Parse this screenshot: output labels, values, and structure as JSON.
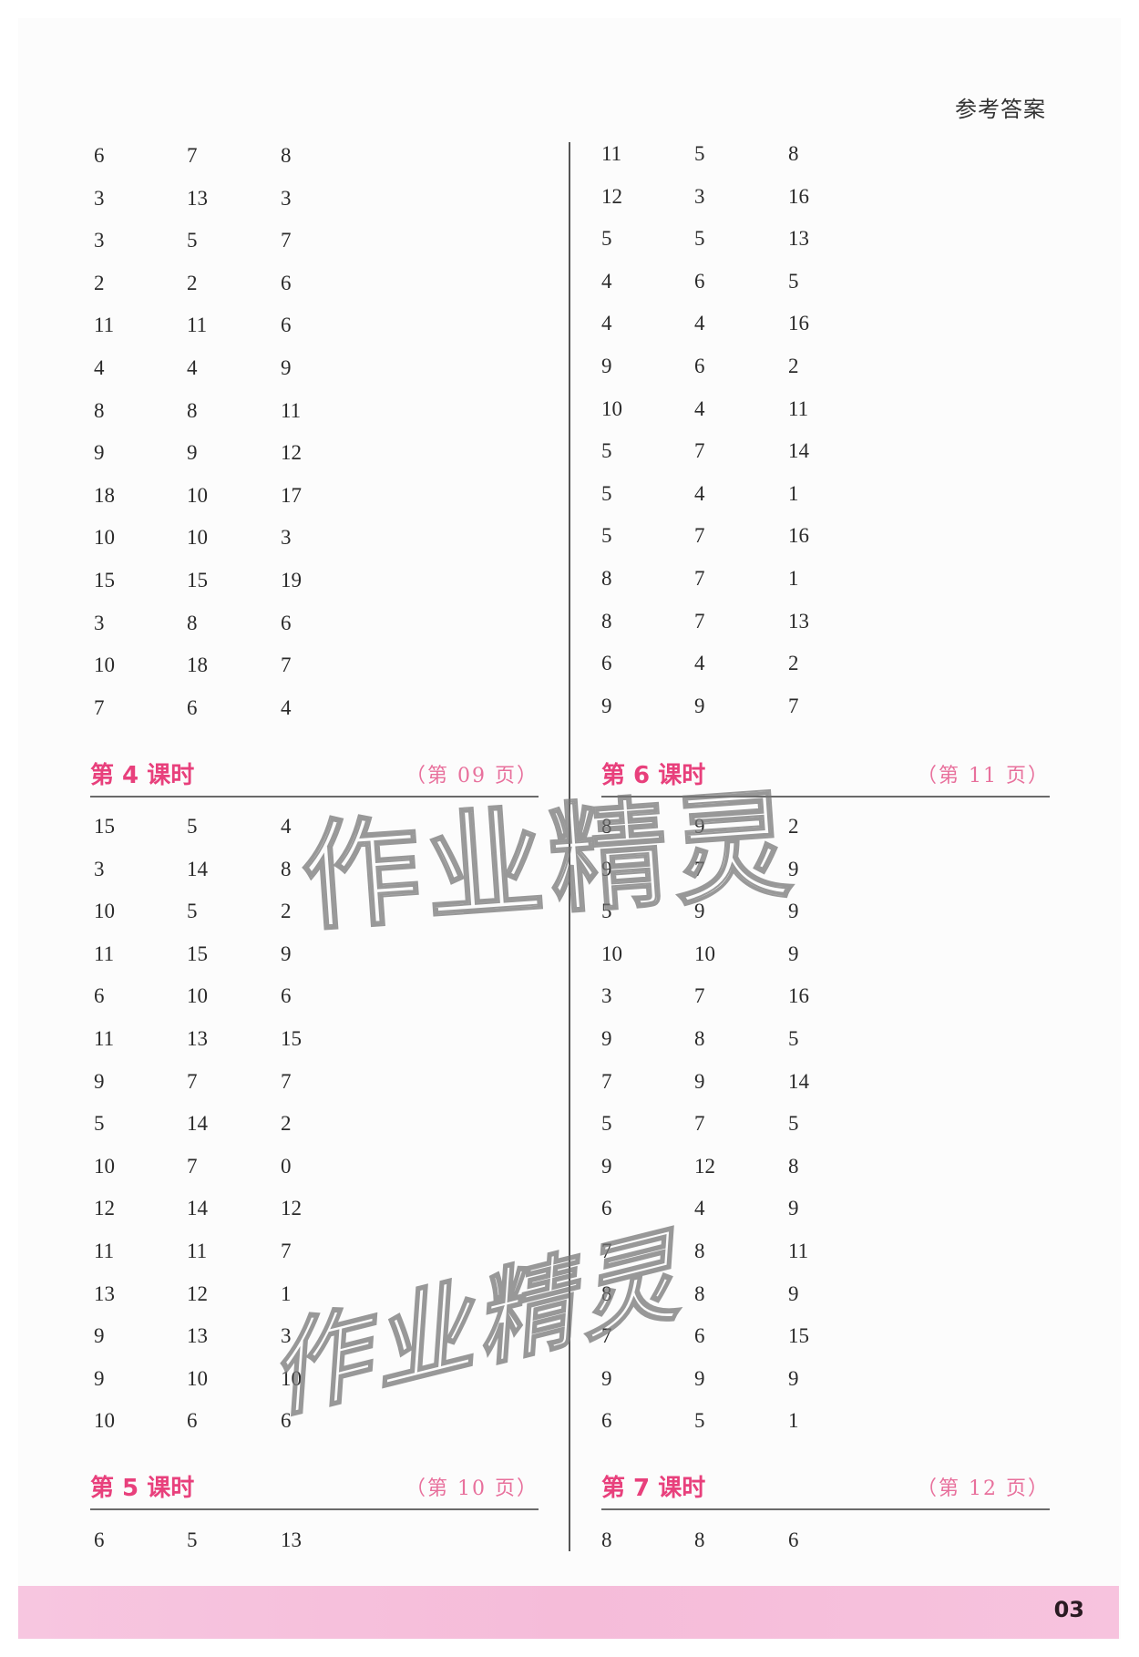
{
  "header": {
    "title": "参考答案"
  },
  "left_column": {
    "top_block": {
      "rows": [
        [
          "6",
          "7",
          "8"
        ],
        [
          "3",
          "13",
          "3"
        ],
        [
          "3",
          "5",
          "7"
        ],
        [
          "2",
          "2",
          "6"
        ],
        [
          "11",
          "11",
          "6"
        ],
        [
          "4",
          "4",
          "9"
        ],
        [
          "8",
          "8",
          "11"
        ],
        [
          "9",
          "9",
          "12"
        ],
        [
          "18",
          "10",
          "17"
        ],
        [
          "10",
          "10",
          "3"
        ],
        [
          "15",
          "15",
          "19"
        ],
        [
          "3",
          "8",
          "6"
        ],
        [
          "10",
          "18",
          "7"
        ],
        [
          "7",
          "6",
          "4"
        ]
      ]
    },
    "section_4": {
      "title": "第 4 课时",
      "page_ref": "（第 09 页）",
      "rows": [
        [
          "15",
          "5",
          "4"
        ],
        [
          "3",
          "14",
          "8"
        ],
        [
          "10",
          "5",
          "2"
        ],
        [
          "11",
          "15",
          "9"
        ],
        [
          "6",
          "10",
          "6"
        ],
        [
          "11",
          "13",
          "15"
        ],
        [
          "9",
          "7",
          "7"
        ],
        [
          "5",
          "14",
          "2"
        ],
        [
          "10",
          "7",
          "0"
        ],
        [
          "12",
          "14",
          "12"
        ],
        [
          "11",
          "11",
          "7"
        ],
        [
          "13",
          "12",
          "1"
        ],
        [
          "9",
          "13",
          "3"
        ],
        [
          "9",
          "10",
          "10"
        ],
        [
          "10",
          "6",
          "6"
        ]
      ]
    },
    "section_5": {
      "title": "第 5 课时",
      "page_ref": "（第 10 页）",
      "rows": [
        [
          "6",
          "5",
          "13"
        ]
      ]
    }
  },
  "right_column": {
    "top_block": {
      "rows": [
        [
          "11",
          "5",
          "8"
        ],
        [
          "12",
          "3",
          "16"
        ],
        [
          "5",
          "5",
          "13"
        ],
        [
          "4",
          "6",
          "5"
        ],
        [
          "4",
          "4",
          "16"
        ],
        [
          "9",
          "6",
          "2"
        ],
        [
          "10",
          "4",
          "11"
        ],
        [
          "5",
          "7",
          "14"
        ],
        [
          "5",
          "4",
          "1"
        ],
        [
          "5",
          "7",
          "16"
        ],
        [
          "8",
          "7",
          "1"
        ],
        [
          "8",
          "7",
          "13"
        ],
        [
          "6",
          "4",
          "2"
        ],
        [
          "9",
          "9",
          "7"
        ]
      ]
    },
    "section_6": {
      "title": "第 6 课时",
      "page_ref": "（第 11 页）",
      "rows": [
        [
          "8",
          "9",
          "2"
        ],
        [
          "9",
          "7",
          "9"
        ],
        [
          "5",
          "9",
          "9"
        ],
        [
          "10",
          "10",
          "9"
        ],
        [
          "3",
          "7",
          "16"
        ],
        [
          "9",
          "8",
          "5"
        ],
        [
          "7",
          "9",
          "14"
        ],
        [
          "5",
          "7",
          "5"
        ],
        [
          "9",
          "12",
          "8"
        ],
        [
          "6",
          "4",
          "9"
        ],
        [
          "7",
          "8",
          "11"
        ],
        [
          "8",
          "8",
          "9"
        ],
        [
          "7",
          "6",
          "15"
        ],
        [
          "9",
          "9",
          "9"
        ],
        [
          "6",
          "5",
          "1"
        ]
      ]
    },
    "section_7": {
      "title": "第 7 课时",
      "page_ref": "（第 12 页）",
      "rows": [
        [
          "8",
          "8",
          "6"
        ]
      ]
    }
  },
  "watermarks": [
    "作业精灵",
    "作业精灵"
  ],
  "footer": {
    "page_number": "03"
  },
  "colors": {
    "accent_pink": "#e8407c",
    "footer_pink": "#f5bcd9"
  }
}
